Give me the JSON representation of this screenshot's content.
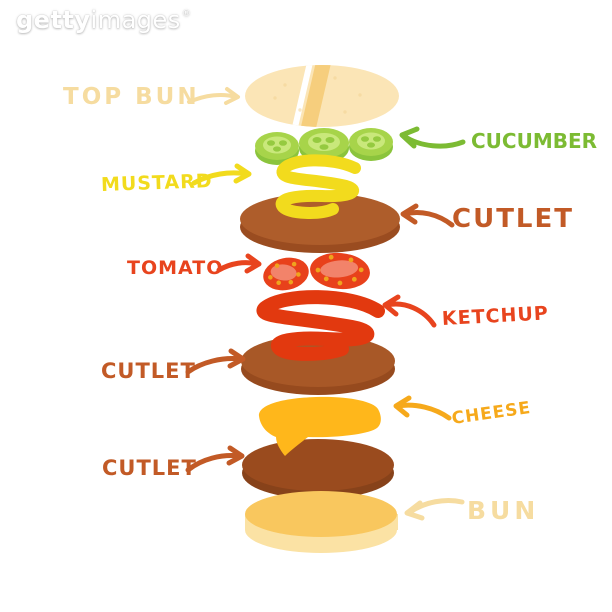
{
  "watermark": {
    "brand_primary": "getty",
    "brand_secondary": "images",
    "registered_mark": "®"
  },
  "diagram": {
    "subject": "burger-ingredients-exploded-view",
    "layers_top_to_bottom": [
      "TOP BUN",
      "CUCUMBER",
      "MUSTARD",
      "CUTLET",
      "TOMATO",
      "KETCHUP",
      "CUTLET",
      "CHEESE",
      "CUTLET",
      "BUN"
    ]
  },
  "labels": {
    "top_bun": "TOP BUN",
    "cucumber": "CUCUMBER",
    "mustard": "MUSTARD",
    "cutlet_top": "CUTLET",
    "tomato": "TOMATO",
    "ketchup": "KETCHUP",
    "cutlet_middle": "CUTLET",
    "cheese": "CHEESE",
    "cutlet_bottom": "CUTLET",
    "bun": "BUN"
  },
  "colors": {
    "background": "#FFFFFF",
    "top_bun_cream": "#FBE5B6",
    "top_bun_stripe": "#F6CE7D",
    "bottom_bun_top": "#F9C75E",
    "bottom_bun_side": "#FBE2A4",
    "label_bun_cream": "#F6DCA0",
    "cucumber_body": "#A7D44A",
    "cucumber_rim": "#8BC43C",
    "cucumber_inner": "#C9E87B",
    "label_cucumber_green": "#7CBB33",
    "mustard_yellow": "#F2DB1D",
    "cutlet_top_face": "#AE5D2B",
    "cutlet_shadow": "#9A4C20",
    "label_cutlet_rust": "#C25A26",
    "tomato_rim": "#E8411B",
    "tomato_flesh": "#F2836A",
    "tomato_seed": "#EFA41E",
    "ketchup_red": "#E2390F",
    "label_tomato_ketchup": "#E8441E",
    "cheese_orange": "#FFB71B",
    "label_cheese_orange": "#F6A91B"
  }
}
